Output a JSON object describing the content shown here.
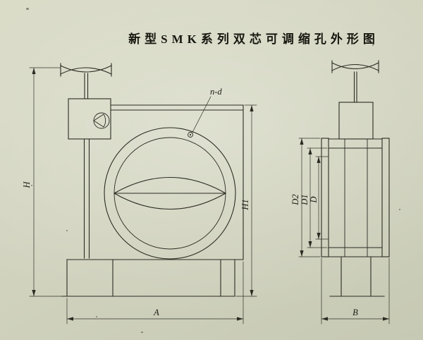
{
  "title": "新型SMK系列双芯可调缩孔外形图",
  "drawing": {
    "front_view": {
      "bolt_hole_note": "n-d",
      "dims": {
        "overall_height": "H",
        "body_height": "H1",
        "width": "A"
      }
    },
    "side_view": {
      "dims": {
        "flange_od": "D2",
        "bolt_circle": "D1",
        "bore": "D",
        "depth": "B"
      }
    }
  },
  "colors": {
    "paper": "#d2d4c0",
    "ink": "#2b2b22"
  }
}
